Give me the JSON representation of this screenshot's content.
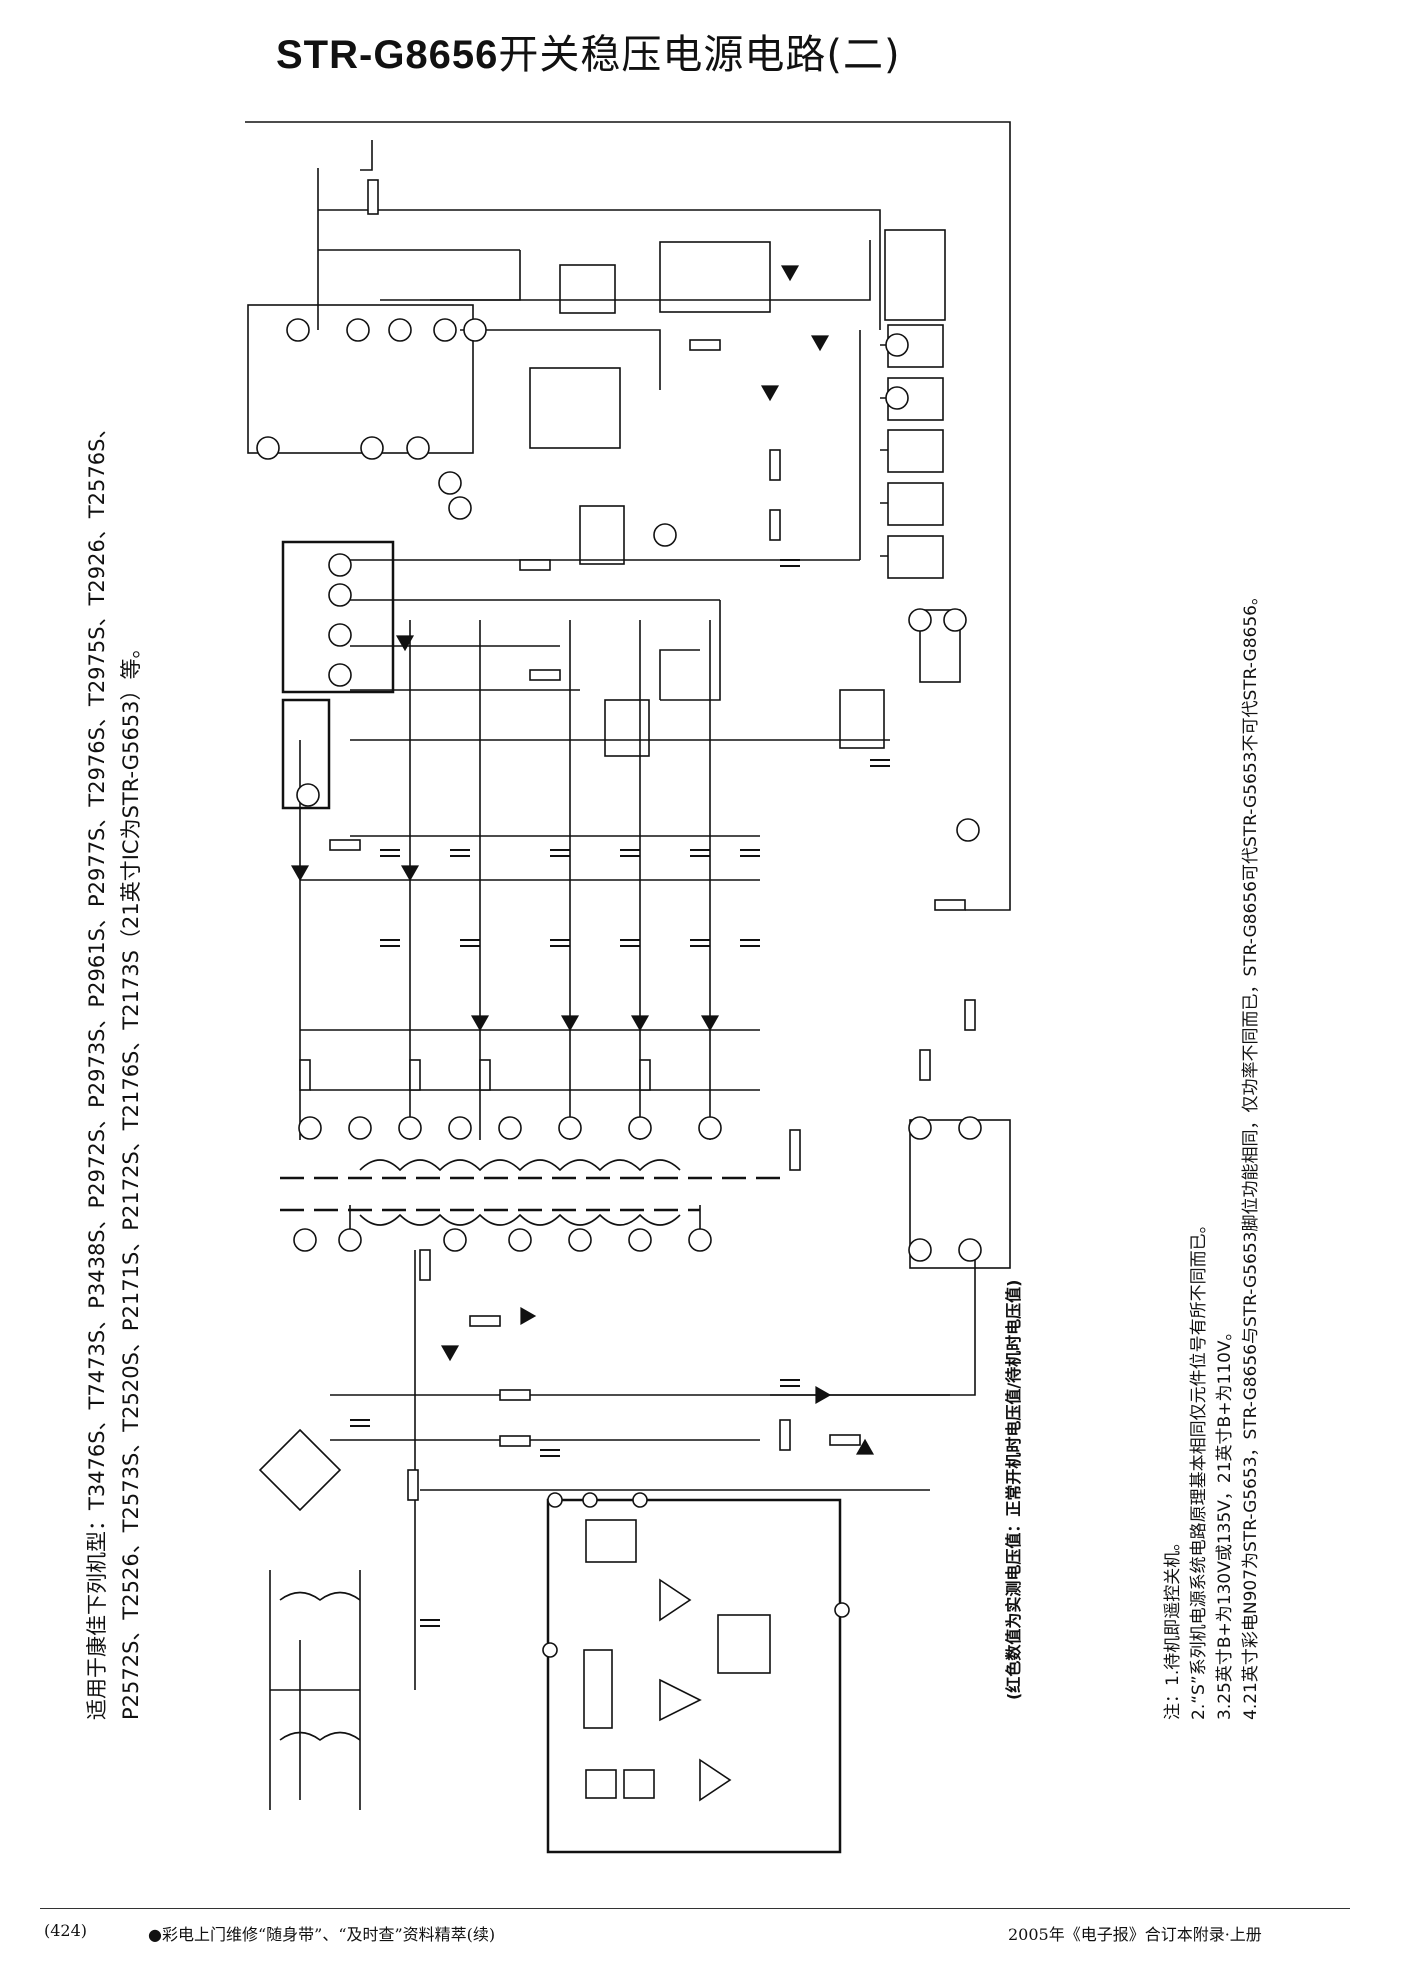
{
  "title": {
    "model": "STR-G8656",
    "text": "开关稳压电源电路(二)"
  },
  "applies_to": {
    "line1": "适用于康佳下列机型：T3476S、T7473S、P3438S、P2972S、P2973S、P2961S、P2977S、T2976S、T2975S、T2926、T2576S、",
    "line2": "P2572S、T2526、T2573S、T2520S、P2171S、P2172S、T2176S、T2173S（21英寸IC为STR-G5653）等。"
  },
  "red_value_note": "(红色数值为实测电压值：正常开机时电压值/待机时电压值)",
  "notes": [
    "注：1.待机即遥控关机。",
    "2.“S”系列机电源系统电路原理基本相同仅元件位号有所不同而已。",
    "3.25英寸B+为130V或135V，21英寸B+为110V。",
    "4.21英寸彩电N907为STR-G5653，STR-G8656与STR-G5653脚位功能相同，仅功率不同而已，STR-G8656可代STR-G5653不可代STR-G8656。"
  ],
  "footer": {
    "page": "(424)",
    "series": "●彩电上门维修“随身带”、“及时查”资料精萃(续)",
    "source": "2005年《电子报》合订本附录·上册"
  }
}
